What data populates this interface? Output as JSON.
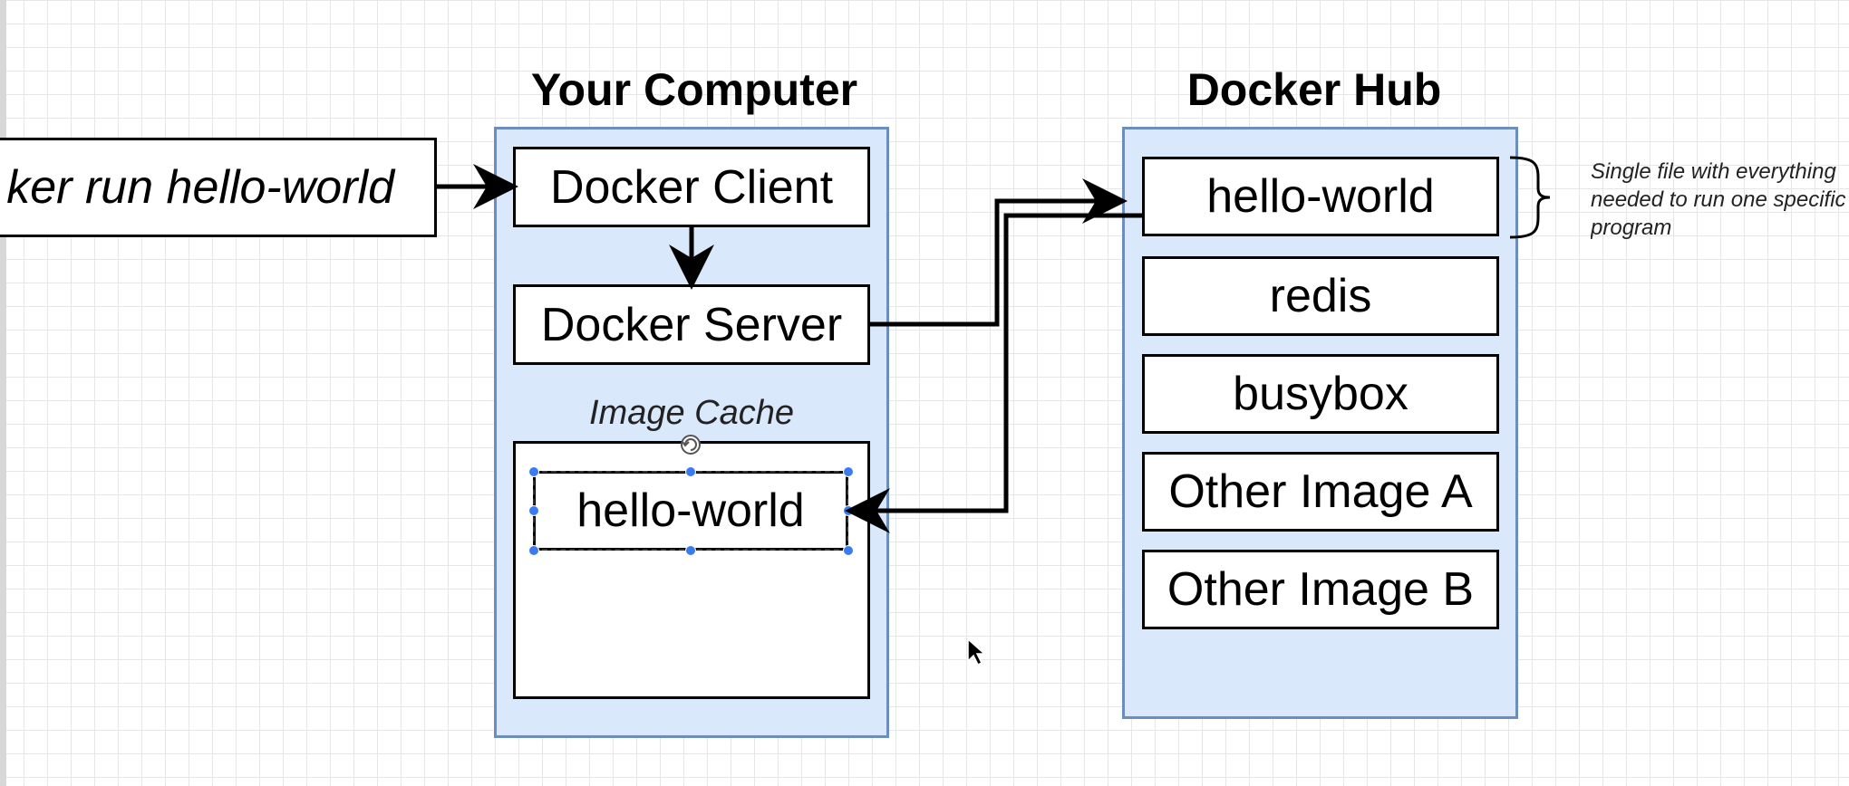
{
  "diagram": {
    "command": {
      "text": "docker run hello-world",
      "visible_text": "ker run hello-world"
    },
    "your_computer": {
      "title": "Your Computer",
      "client_label": "Docker Client",
      "server_label": "Docker Server",
      "cache_label": "Image Cache",
      "cached_image_label": "hello-world"
    },
    "docker_hub": {
      "title": "Docker Hub",
      "images": [
        "hello-world",
        "redis",
        "busybox",
        "Other Image A",
        "Other Image B"
      ]
    },
    "annotation": {
      "lines": [
        "Single file with everything",
        "needed to run one specific",
        "program"
      ]
    },
    "colors": {
      "container_fill": "#dae8fc",
      "container_border": "#6c8ebf",
      "selection_handle": "#3a7cf0",
      "arrow": "#000000"
    },
    "icons": {
      "rotate_handle": "rotate-icon",
      "cursor": "cursor-icon"
    }
  }
}
